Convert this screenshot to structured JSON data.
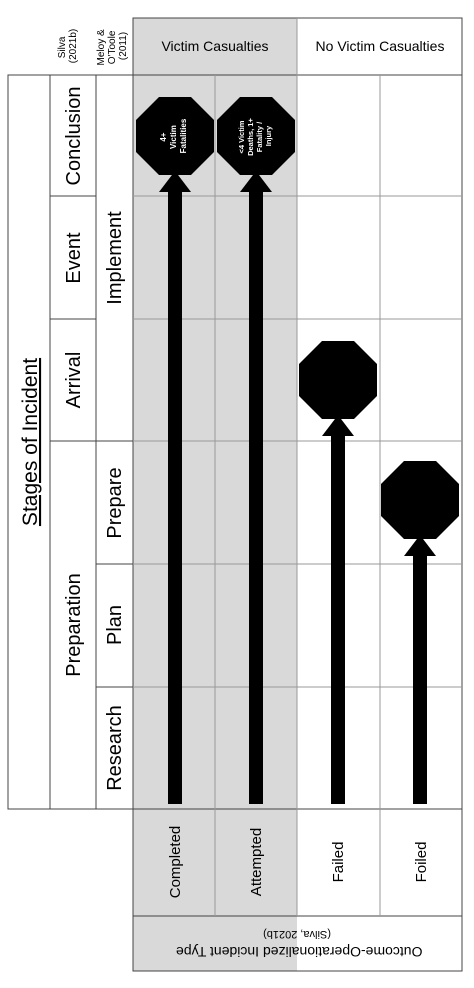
{
  "headers": {
    "silva": [
      "Silva",
      "(2021b)"
    ],
    "meloy": [
      "Meloy &",
      "O'Toole",
      "(2011)"
    ],
    "victim_casualties": "Victim Casualties",
    "no_victim_casualties": "No Victim Casualties"
  },
  "side_title": "Stages of Incident",
  "silva_stages": {
    "conclusion": "Conclusion",
    "event": "Event",
    "arrival": "Arrival",
    "preparation": "Preparation"
  },
  "meloy_stages": {
    "implement": "Implement",
    "prepare": "Prepare",
    "plan": "Plan",
    "research": "Research"
  },
  "incident_types": {
    "completed": "Completed",
    "attempted": "Attempted",
    "failed": "Failed",
    "foiled": "Foiled"
  },
  "octagon_labels": {
    "completed": [
      "4+",
      "Victim",
      "Fatalities"
    ],
    "attempted": [
      "<4 Victim",
      "Deaths, 1+",
      "Fatality /",
      "Injury"
    ]
  },
  "bottom_caption": [
    "Outcome-Operationalized Incident Type",
    "(Silva, 2021b)"
  ],
  "colors": {
    "shaded": "#d9d9d9",
    "grid": "#999999",
    "border": "#444444",
    "octagon": "#000000"
  }
}
